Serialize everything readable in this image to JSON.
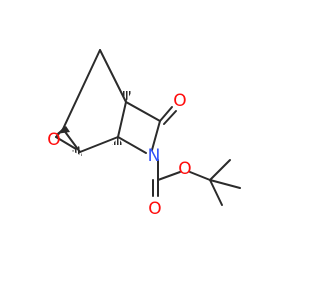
{
  "molecule": {
    "atoms": {
      "epoxide_oxygen": "O",
      "nitrogen": "N",
      "ketone_oxygen": "O",
      "ester_carbonyl_oxygen": "O",
      "ester_oxygen": "O"
    }
  },
  "colors": {
    "bond": "#2b2b2b",
    "oxygen": "#ff0d0d",
    "nitrogen": "#3050f8"
  }
}
